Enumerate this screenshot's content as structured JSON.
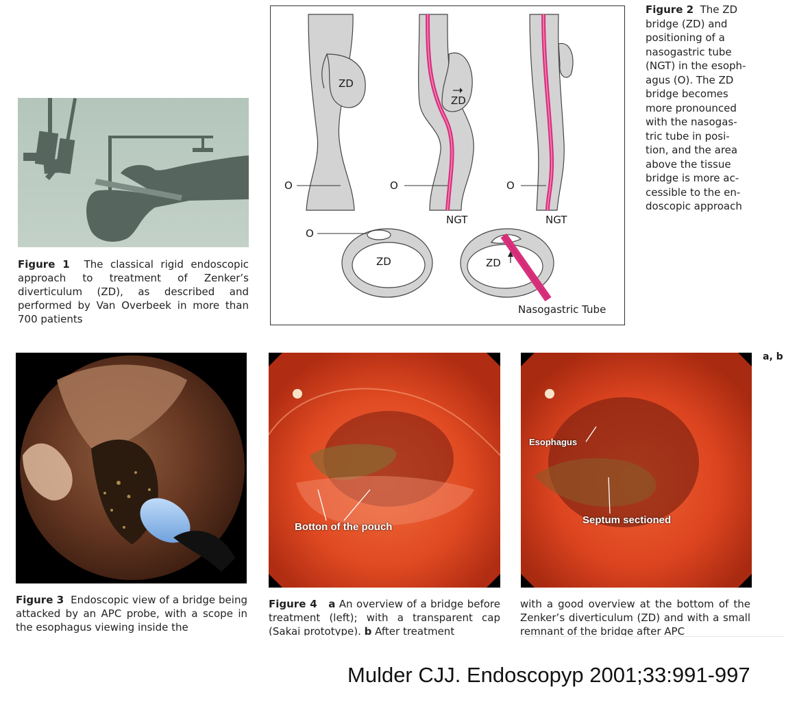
{
  "figure1": {
    "label": "Figure 1",
    "text": "The classical rigid endoscopic approach to treatment of Zenker’s diverticulum (ZD), as described and performed by Van Overbeek in more than 700 patients"
  },
  "figure2": {
    "label": "Figure 2",
    "text": "The ZD bridge (ZD) and positioning of a nasogastric tube (NGT) in the esophagus (O). The ZD bridge becomes more pronounced with the nasogastric tube in position, and the area above the tissue bridge is more accessible to the endoscopic approach",
    "lines": [
      "bridge (ZD) and",
      "positioning of a",
      "nasogastric tube",
      "(NGT) in the esoph-",
      "agus (O). The ZD",
      "bridge becomes",
      "more pronounced",
      "with the nasogas-",
      "tric tube in posi-",
      "tion, and the area",
      "above the tissue",
      "bridge is more ac-",
      "cessible to the en-",
      "doscopic approach"
    ],
    "first_line_rest": "The ZD",
    "diagram": {
      "zd": "ZD",
      "o": "O",
      "ngt": "NGT",
      "nasogastric_tube": "Nasogastric Tube"
    }
  },
  "figure3": {
    "label": "Figure 3",
    "text": "Endoscopic view of a bridge being attacked by an APC probe, with a scope in the esophagus viewing inside the"
  },
  "figure4": {
    "label": "Figure 4",
    "part_a": "a",
    "text_a": "An overview of a bridge before treatment (left); with a transparent cap (Sakai prototype).",
    "part_b": "b",
    "text_b": "After treatment",
    "text_continued": "with a good overview at the bottom of the Zenker’s diverticulum (ZD) and with a small remnant of the bridge after APC",
    "panel_label": "a, b",
    "photo_a_label": "Botton of the pouch",
    "photo_b_label_1": "Esophagus",
    "photo_b_label_2": "Septum sectioned"
  },
  "citation": "Mulder CJJ. Endoscopyp  2001;33:991-997",
  "colors": {
    "tissue_gray": "#d3d3d3",
    "ngt_pink": "#e0357f",
    "figure1_bg": "#b9c9bf",
    "figure1_shadow": "#4f605a"
  }
}
